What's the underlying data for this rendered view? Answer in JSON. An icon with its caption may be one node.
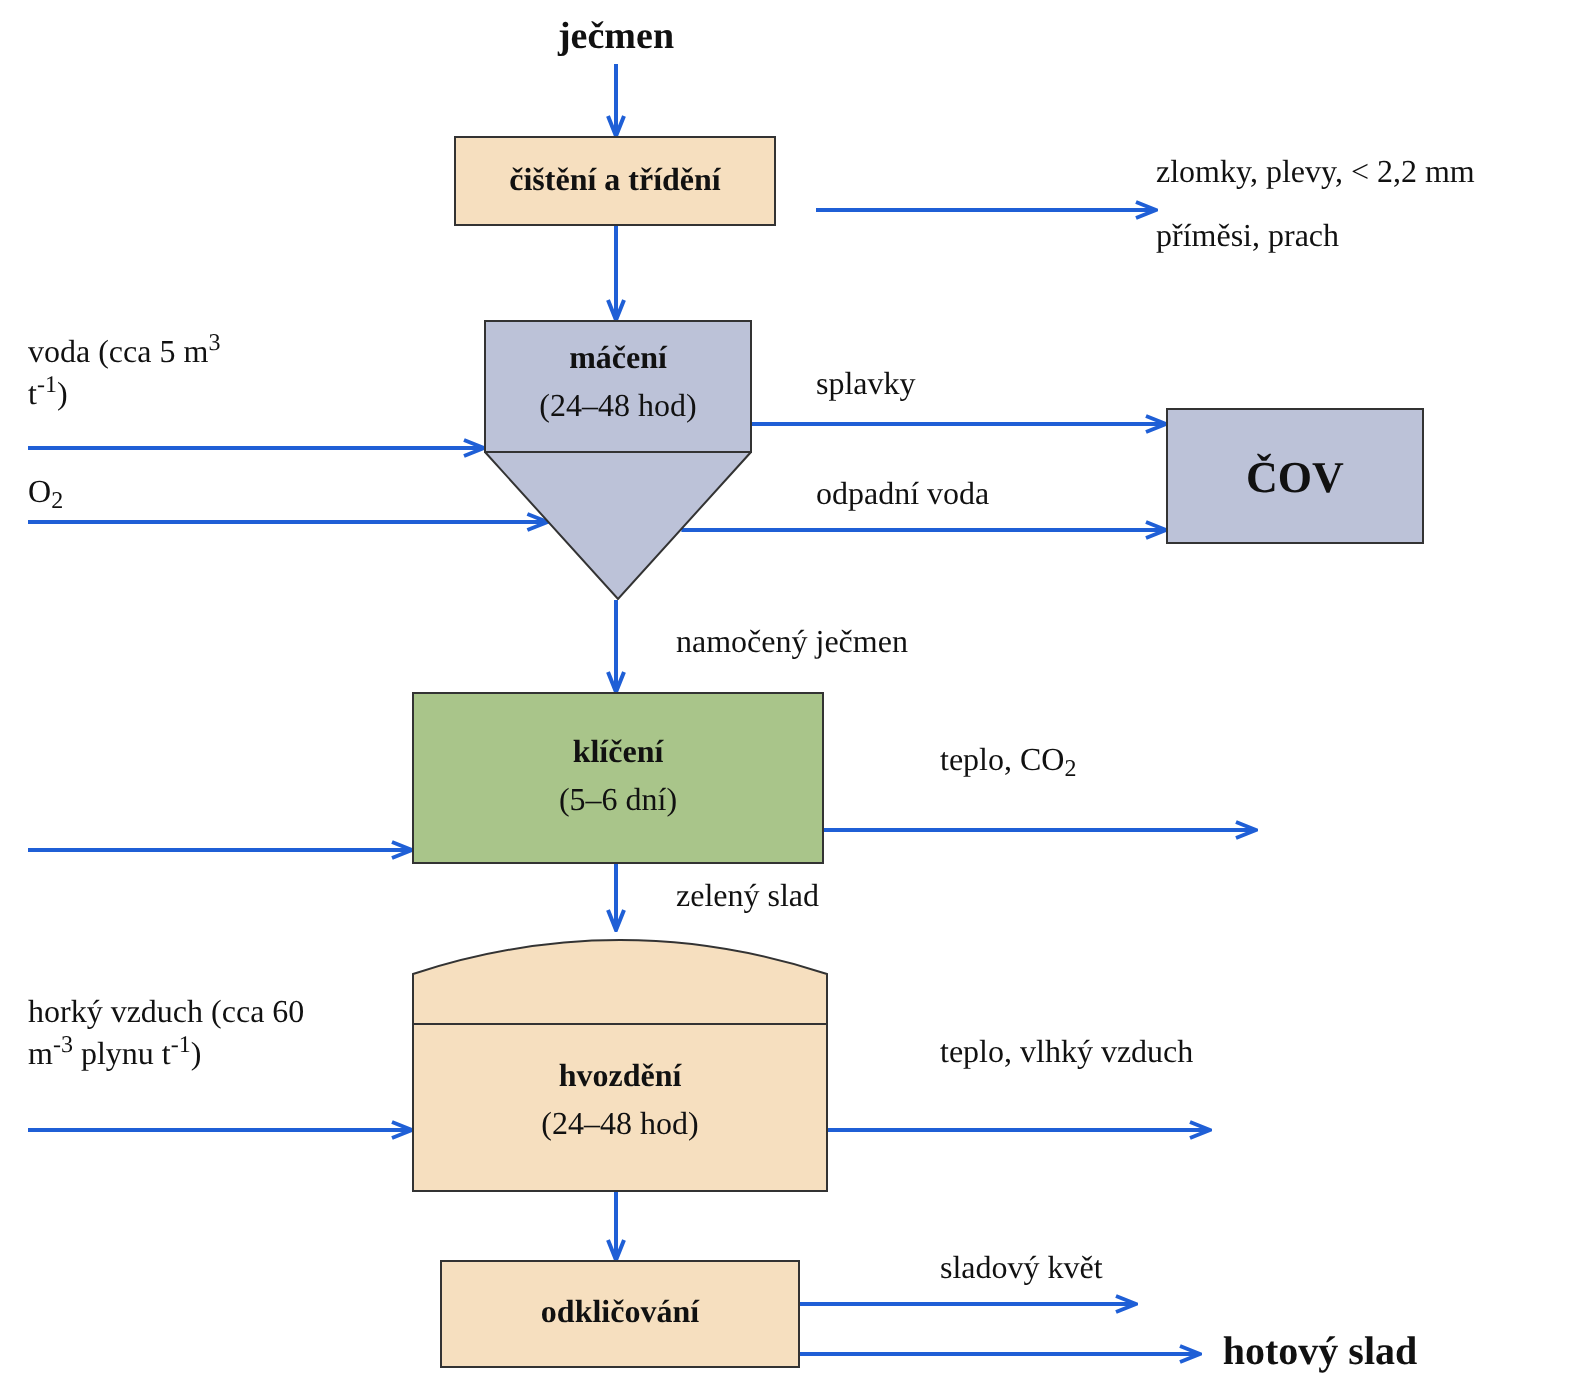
{
  "diagram": {
    "nodes": [
      {
        "text": [
          "ječmen"
        ]
      },
      {
        "text": [
          "čištění a třídění"
        ]
      },
      {
        "text": [
          "zlomky, plevy, < 2,2 mm",
          "příměsi, prach"
        ]
      },
      {
        "text": [
          "máčení",
          "(24–48 hod)"
        ]
      },
      {
        "text": [
          "ČOV"
        ]
      },
      {
        "text": [
          "klíčení",
          "(5–6 dní)"
        ]
      },
      {
        "text": [
          "hvozdění",
          "(24–48 hod)"
        ]
      },
      {
        "text": [
          "odkličování"
        ]
      },
      {
        "text": [
          "hotový slad"
        ]
      }
    ],
    "edges": [
      {
        "from": 0,
        "to": 1,
        "arrow": "to"
      },
      {
        "from": 1,
        "to": 2,
        "arrow": "to"
      },
      {
        "from": 1,
        "to": 3,
        "arrow": "to"
      },
      {
        "from": null,
        "to": 3,
        "arrow": "to",
        "label": "voda (cca 5 m$^{3}$ t$^{-1}$)"
      },
      {
        "from": null,
        "to": 3,
        "arrow": "to",
        "label": "O$_{2}$"
      },
      {
        "from": 3,
        "to": 4,
        "arrow": "to",
        "label": "splavky"
      },
      {
        "from": 3,
        "to": 4,
        "arrow": "to",
        "label": "odpadní voda"
      },
      {
        "from": 3,
        "to": 5,
        "arrow": "to",
        "label": "namočený ječmen"
      },
      {
        "from": 5,
        "to": null,
        "arrow": "to",
        "label": "teplo, CO$_{2}$"
      },
      {
        "from": null,
        "to": 5,
        "arrow": "to"
      },
      {
        "from": 5,
        "to": 6,
        "arrow": "to",
        "label": "zelený slad"
      },
      {
        "from": null,
        "to": 6,
        "arrow": "to",
        "label": "horký vzduch (cca 60 m$^{-3}$ plynu t$^{-1}$)"
      },
      {
        "from": 6,
        "to": null,
        "arrow": "to",
        "label": "teplo, vlhký vzduch"
      },
      {
        "from": 6,
        "to": 7,
        "arrow": "to"
      },
      {
        "from": 7,
        "to": null,
        "arrow": "to",
        "label": "sladový květ"
      },
      {
        "from": 7,
        "to": 8,
        "arrow": "to"
      }
    ]
  }
}
